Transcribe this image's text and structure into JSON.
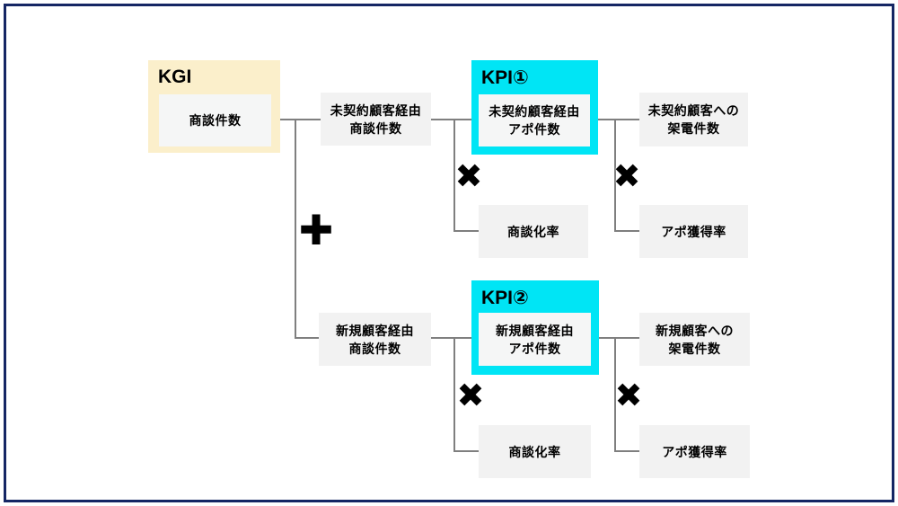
{
  "kgi": {
    "label": "KGI",
    "metric": "商談件数"
  },
  "branches": [
    {
      "kpi_label": "KPI①",
      "meetings_line1": "未契約顧客経由",
      "meetings_line2": "商談件数",
      "appointments_line1": "未契約顧客経由",
      "appointments_line2": "アポ件数",
      "calls_line1": "未契約顧客への",
      "calls_line2": "架電件数",
      "meeting_rate": "商談化率",
      "appointment_rate": "アポ獲得率"
    },
    {
      "kpi_label": "KPI②",
      "meetings_line1": "新規顧客経由",
      "meetings_line2": "商談件数",
      "appointments_line1": "新規顧客経由",
      "appointments_line2": "アポ件数",
      "calls_line1": "新規顧客への",
      "calls_line2": "架電件数",
      "meeting_rate": "商談化率",
      "appointment_rate": "アポ獲得率"
    }
  ],
  "operators": {
    "plus": "✚",
    "multiply": "✖"
  },
  "colors": {
    "slide_border": "#152664",
    "kgi_bg": "#FBEFCB",
    "kpi_bg": "#00E5F5",
    "box_bg": "#F2F2F2",
    "line": "#7F7F7F"
  }
}
